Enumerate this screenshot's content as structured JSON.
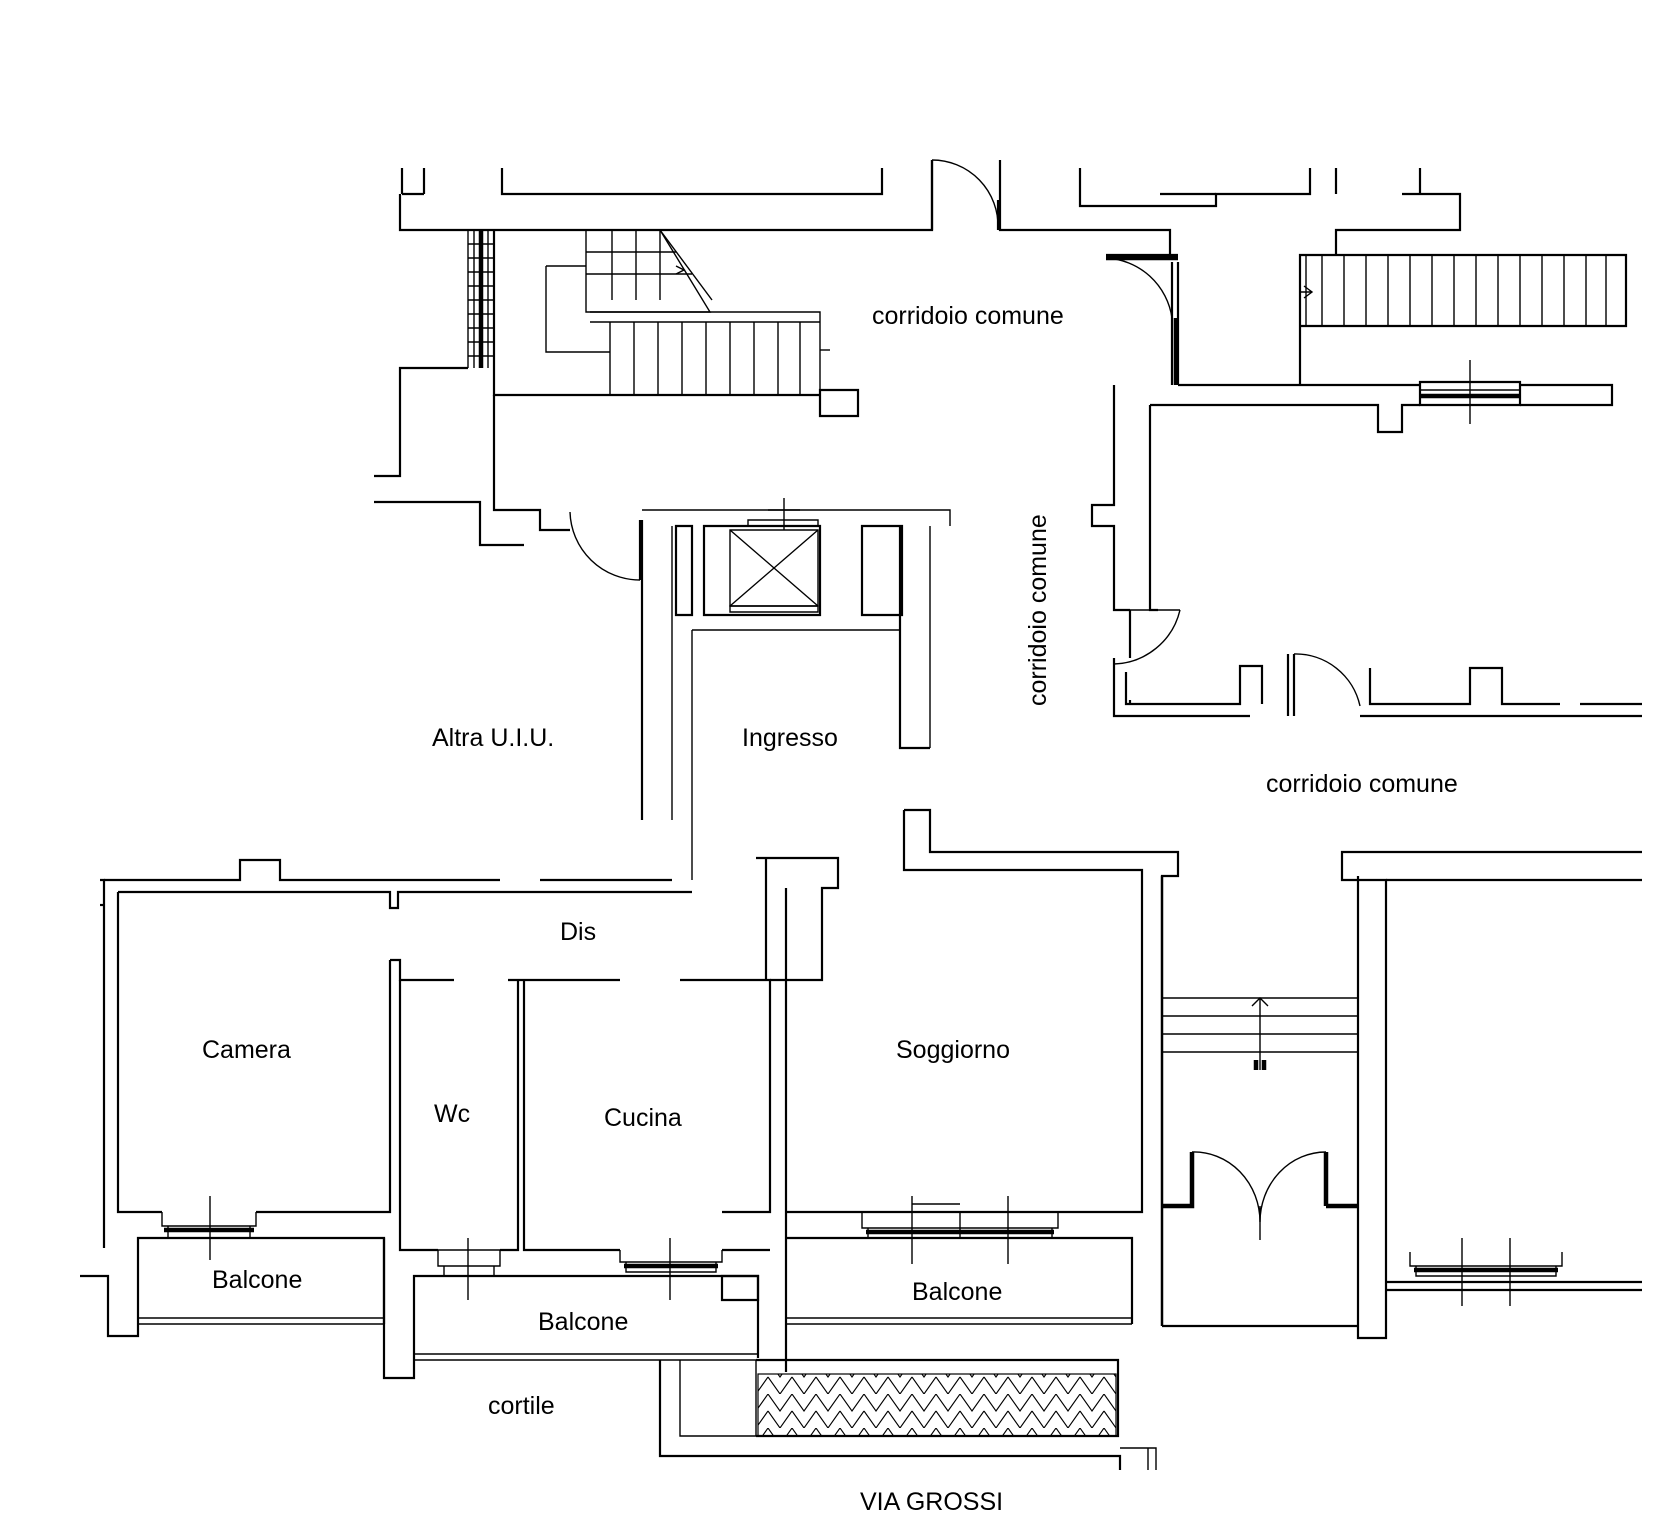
{
  "labels": {
    "corridoio_top": "corridoio comune",
    "corridoio_vertical": "corridoio comune",
    "corridoio_right": "corridoio comune",
    "altra_uiu": "Altra U.I.U.",
    "ingresso": "Ingresso",
    "dis": "Dis",
    "camera": "Camera",
    "wc": "Wc",
    "cucina": "Cucina",
    "soggiorno": "Soggiorno",
    "balcone_1": "Balcone",
    "balcone_2": "Balcone",
    "balcone_3": "Balcone",
    "cortile": "cortile",
    "via": "VIA GROSSI"
  }
}
